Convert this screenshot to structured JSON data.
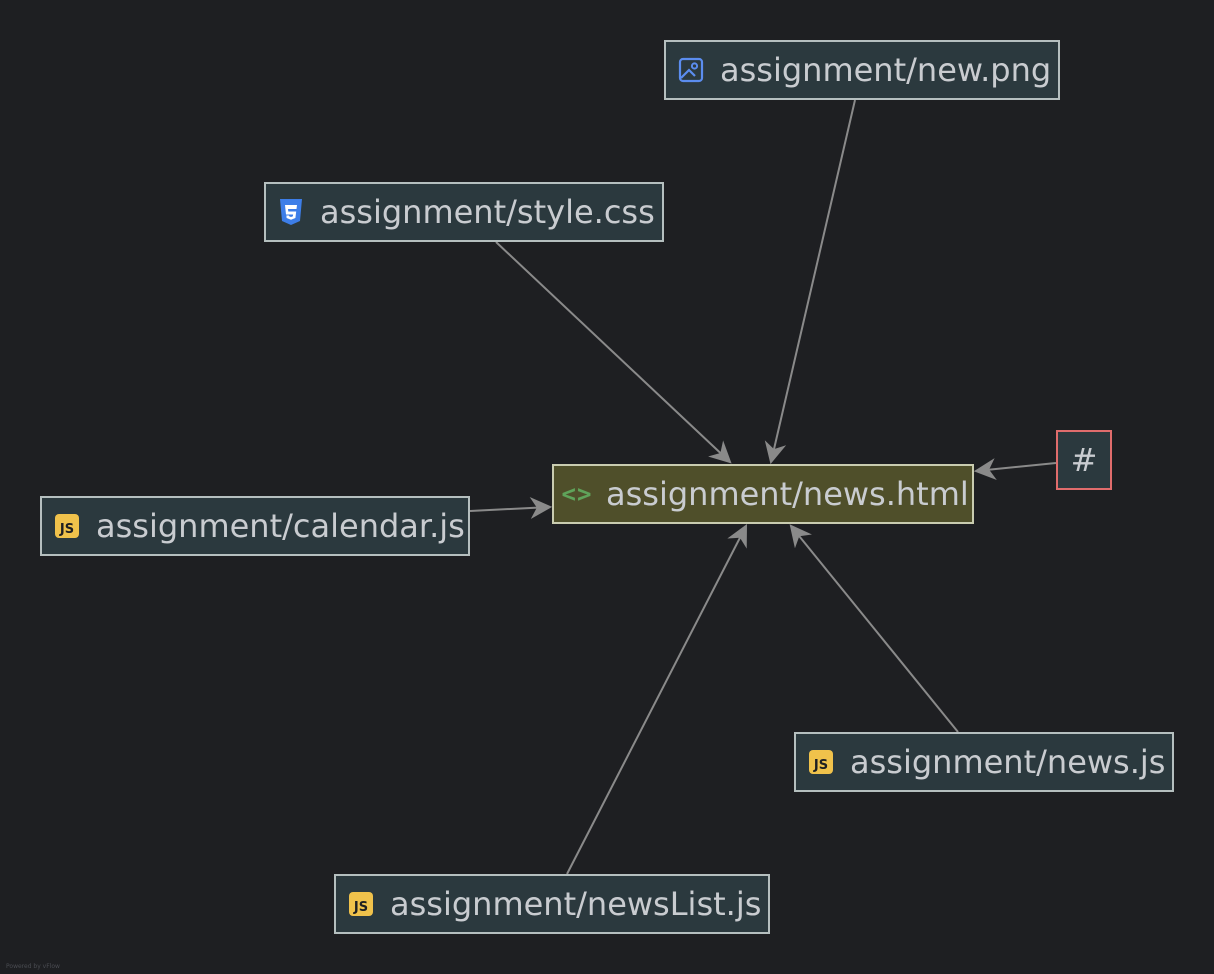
{
  "colors": {
    "background": "#1e1f22",
    "node_fill": "#2b393e",
    "node_border": "#b5bfbf",
    "center_fill": "#4f4f2a",
    "hash_border": "#e06c6c",
    "edge": "#8a8a8a",
    "text": "#c9ccd0"
  },
  "nodes": {
    "new_png": {
      "label": "assignment/new.png",
      "icon": "image-file-icon"
    },
    "style_css": {
      "label": "assignment/style.css",
      "icon": "css-file-icon"
    },
    "news_html": {
      "label": "assignment/news.html",
      "icon": "html-file-icon"
    },
    "hash": {
      "label": "#"
    },
    "calendar_js": {
      "label": "assignment/calendar.js",
      "icon": "js-file-icon",
      "badge": "JS"
    },
    "news_js": {
      "label": "assignment/news.js",
      "icon": "js-file-icon",
      "badge": "JS"
    },
    "newslist_js": {
      "label": "assignment/newsList.js",
      "icon": "js-file-icon",
      "badge": "JS"
    }
  },
  "edges": [
    {
      "from": "new_png",
      "to": "news_html"
    },
    {
      "from": "style_css",
      "to": "news_html"
    },
    {
      "from": "hash",
      "to": "news_html"
    },
    {
      "from": "calendar_js",
      "to": "news_html"
    },
    {
      "from": "news_js",
      "to": "news_html"
    },
    {
      "from": "newslist_js",
      "to": "news_html"
    }
  ],
  "footer": "Powered by vFlow"
}
